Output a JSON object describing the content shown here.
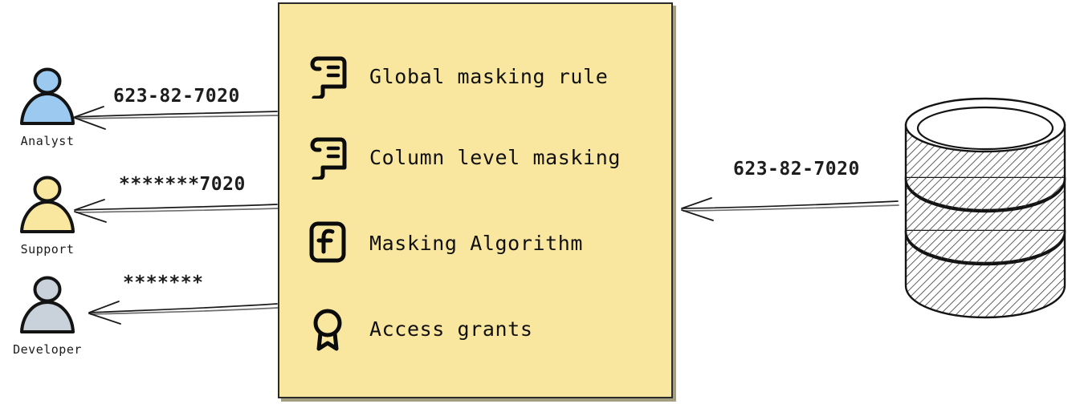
{
  "diagram": {
    "type": "data-masking-flow",
    "background_color": "#ffffff",
    "panel": {
      "name": "masking-policy-panel",
      "fill_color": "#fae79f",
      "border_color": "#2b2b2b",
      "items": [
        {
          "icon": "scroll-icon",
          "label": "Global masking rule"
        },
        {
          "icon": "scroll-icon",
          "label": "Column level masking"
        },
        {
          "icon": "function-icon",
          "label": "Masking Algorithm"
        },
        {
          "icon": "award-icon",
          "label": "Access grants"
        }
      ]
    },
    "actors": [
      {
        "name": "analyst",
        "label": "Analyst",
        "color": "#9cc9f0",
        "arrow_label": "623-82-7020"
      },
      {
        "name": "support",
        "label": "Support",
        "color": "#fae79f",
        "arrow_label": "*******7020"
      },
      {
        "name": "developer",
        "label": "Developer",
        "color": "#c9d1da",
        "arrow_label": "*******"
      }
    ],
    "source": {
      "name": "database-cylinder",
      "icon": "database-icon",
      "arrow_label": "623-82-7020",
      "fill_color": "#ffffff",
      "stroke_color": "#1a1a1a"
    }
  }
}
